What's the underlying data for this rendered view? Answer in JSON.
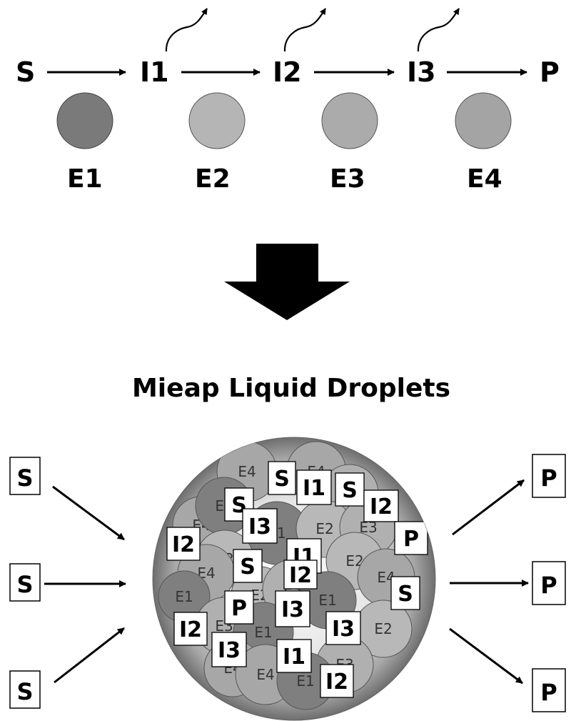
{
  "pathway": {
    "nodes": [
      "S",
      "I1",
      "I2",
      "I3",
      "P"
    ],
    "enzymes": [
      {
        "label": "E1",
        "color": "#7a7a7a"
      },
      {
        "label": "E2",
        "color": "#b5b5b5"
      },
      {
        "label": "E3",
        "color": "#ababab"
      },
      {
        "label": "E4",
        "color": "#a4a4a4"
      }
    ]
  },
  "title": "Mieap Liquid Droplets",
  "inputs": [
    "S",
    "S",
    "S"
  ],
  "outputs": [
    "P",
    "P",
    "P"
  ],
  "droplet_labels": {
    "E1": "E1",
    "E2": "E2",
    "E3": "E3",
    "E4": "E4",
    "S": "S",
    "I1": "I1",
    "I2": "I2",
    "I3": "I3",
    "P": "P"
  },
  "colors": {
    "e1": "#7f7f7f",
    "e2": "#b8b8b8",
    "e3": "#b0b0b0",
    "e4": "#a7a7a7"
  }
}
